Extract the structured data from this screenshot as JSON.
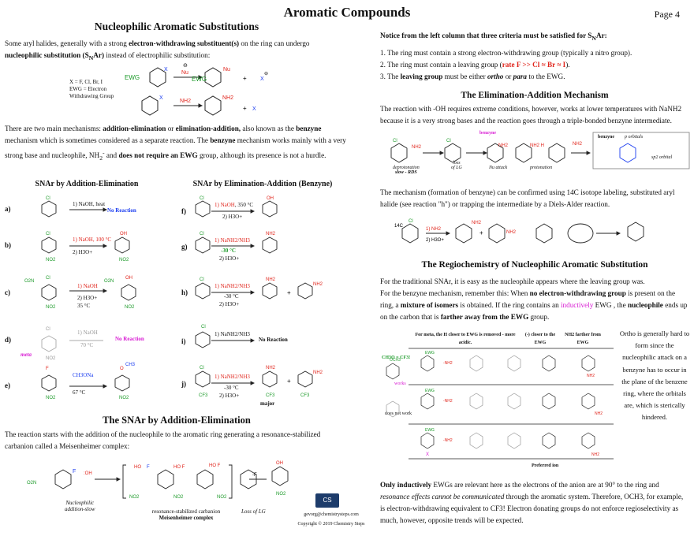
{
  "header": {
    "title": "Aromatic Compounds",
    "page": "Page 4"
  },
  "left": {
    "title": "Nucleophilic Aromatic Substitutions",
    "intro_a": "Some aryl halides, generally with a strong ",
    "intro_b": "electron-withdrawing substituent(s)",
    "intro_c": " on the ring can undergo ",
    "intro_d": "nucleophilic substitution (S",
    "intro_e": "N",
    "intro_f": "Ar)",
    "intro_g": " instead of electrophilic substitution:",
    "legend": [
      "X = F, Cl, Br, I",
      "EWG = Electron",
      "Withdrawing Group"
    ],
    "mech_a": "There are two main mechanisms: ",
    "mech_b": "addition-elimination",
    "mech_c": " or ",
    "mech_d": "elimination-addition,",
    "mech_e": " also known as the ",
    "mech_f": "benzyne",
    "mech_g": " mechanism which is sometimes considered as a separate reaction. The ",
    "mech_h": "benzyne",
    "mech_i": " mechanism works mainly with a very strong base and nucleophile, NH",
    "mech_j": "2",
    "mech_k": "-",
    "mech_l": " and ",
    "mech_m": "does not require an EWG",
    "mech_n": " group, although its presence is not a hurdle.",
    "col1_title": "SNAr by Addition-Elimination",
    "col2_title": "SNAr by Elimination-Addition (Benzyne)",
    "reactions_left": [
      {
        "label": "a)",
        "cond1": "1) NaOH, heat",
        "cond2": "",
        "result": "No Reaction"
      },
      {
        "label": "b)",
        "cond1": "1) NaOH, 100 °C",
        "cond2": "2) H3O+",
        "result": ""
      },
      {
        "label": "c)",
        "cond1": "1) NaOH",
        "cond2": "2) H3O+",
        "cond3": "35 °C",
        "result": ""
      },
      {
        "label": "d)",
        "cond1": "1) NaOH",
        "cond2": "70 °C",
        "result": "No Reaction",
        "note": "meta"
      },
      {
        "label": "e)",
        "cond1": "CH3ONa",
        "cond2": "67 °C",
        "result": ""
      }
    ],
    "reactions_right": [
      {
        "label": "f)",
        "cond1": "1) NaOH, 350 °C",
        "cond2": "2) H3O+"
      },
      {
        "label": "g)",
        "cond1": "1) NaNH2/NH3",
        "cond2": "-30 °C",
        "cond3": "2) H3O+"
      },
      {
        "label": "h)",
        "cond1": "1) NaNH2/NH3",
        "cond2": "-30 °C",
        "cond3": "2) H3O+"
      },
      {
        "label": "i)",
        "cond1": "1) NaNH2/NH3",
        "result": "No Reaction"
      },
      {
        "label": "j)",
        "cond1": "1) NaNH2/NH3",
        "cond2": "-30 °C",
        "cond3": "2) H3O+",
        "major": "major"
      }
    ],
    "ae_title": "The SNAr by Addition-Elimination",
    "ae_text": "The reaction starts with the addition of the nucleophile to the aromatic ring generating a resonance-stabilized carbanion called a Meisenheimer complex:",
    "ae_step1": "Nucleophilic",
    "ae_step1b": "addition-slow",
    "ae_mid": "resonance-stabilized  carbanion",
    "ae_mid_b": "Meisenheimer complex",
    "ae_step2": "Loss of LG"
  },
  "right": {
    "notice_a": "Notice from the left column that three criteria must be satisfied for S",
    "notice_sub": "N",
    "notice_b": "Ar:",
    "crit1": "1. The ring must contain a strong electron-withdrawing group (typically a nitro group).",
    "crit2_a": "2. The ring must contain a leaving group (",
    "crit2_b": "rate F >> Cl ≈ Br ≈ I",
    "crit2_c": ").",
    "crit3_a": "3. The ",
    "crit3_b": "leaving group",
    "crit3_c": " must be either ",
    "crit3_d": "ortho",
    "crit3_e": " or ",
    "crit3_f": "para",
    "crit3_g": " to the EWG.",
    "ea_title": "The Elimination-Addition Mechanism",
    "ea_text": "The reaction with -OH requires extreme conditions, however, works at lower temperatures with NaNH2 because it is a very strong bases and the reaction goes through a triple-bonded benzyne intermediate.",
    "ea_labels": {
      "deprot": "deprotonation",
      "slow": "slow - RDS",
      "loss": "loss",
      "oflg": "of LG",
      "nuatt": "Nu attack",
      "prot": "protonation",
      "benzyne": "benzyne",
      "porb": "p orbitals",
      "sp2": "sp2 orbital",
      "benzyne2": "benzyne"
    },
    "iso_text": "The mechanism (formation of benzyne) can be confirmed using 14C isotope labeling, substituted aryl halide (see reaction \"h\") or trapping the intermediate by a Diels-Alder reaction.",
    "regio_title": "The Regiochemistry of Nucleophilic Aromatic Substitution",
    "regio_a": "For the traditional SNAr, it is easy as the nucleophile appears where the leaving group was.",
    "regio_b1": "For the benzyne mechanism, remember this: When ",
    "regio_b2": "no electron-withdrawing group",
    "regio_b3": " is present on the ring, a ",
    "regio_b4": "mixture of isomers",
    "regio_b5": " is obtained. If the ring contains an ",
    "regio_b6": "inductively",
    "regio_b7": " EWG , the ",
    "regio_b8": "nucleophile",
    "regio_b9": " ends up on the carbon that is ",
    "regio_b10": "farther away from the EWG",
    "regio_b11": " group.",
    "tbl_h1": "For meta, the H closer to EWG is removed - more acidic.",
    "tbl_h2": "(-) closer to the EWG",
    "tbl_h3": "NH2 farther from EWG",
    "tbl_note1": "CH3O = CF3!",
    "tbl_note2": "works",
    "tbl_note3": "does not work",
    "tbl_pref": "Preferred ion",
    "side_text": "Ortho is generally hard to form since the nucleophilic attack on a benzyne has to occur in the plane of the benzene ring, where the orbitals are, which is sterically hindered.",
    "bottom_a": "Only inductively",
    "bottom_b": " EWGs are relevant here as the electrons of the anion are at 90° to the ring and ",
    "bottom_c": "resonance effects cannot be communicated",
    "bottom_d": " through the aromatic system. Therefore, OCH3, for example, is electron-withdrawing equivalent to CF3! Electron donating groups do not enforce regioselectivity as much, however, opposite trends will be expected.",
    "footer_email": "gevorg@chemistrysteps.com",
    "footer_copy": "Copyright © 2019 Chemistry Steps",
    "logo": "CS"
  },
  "colors": {
    "red": "#e0241b",
    "blue": "#1a3cf0",
    "green": "#1c9a29",
    "magenta": "#d81bd3"
  }
}
